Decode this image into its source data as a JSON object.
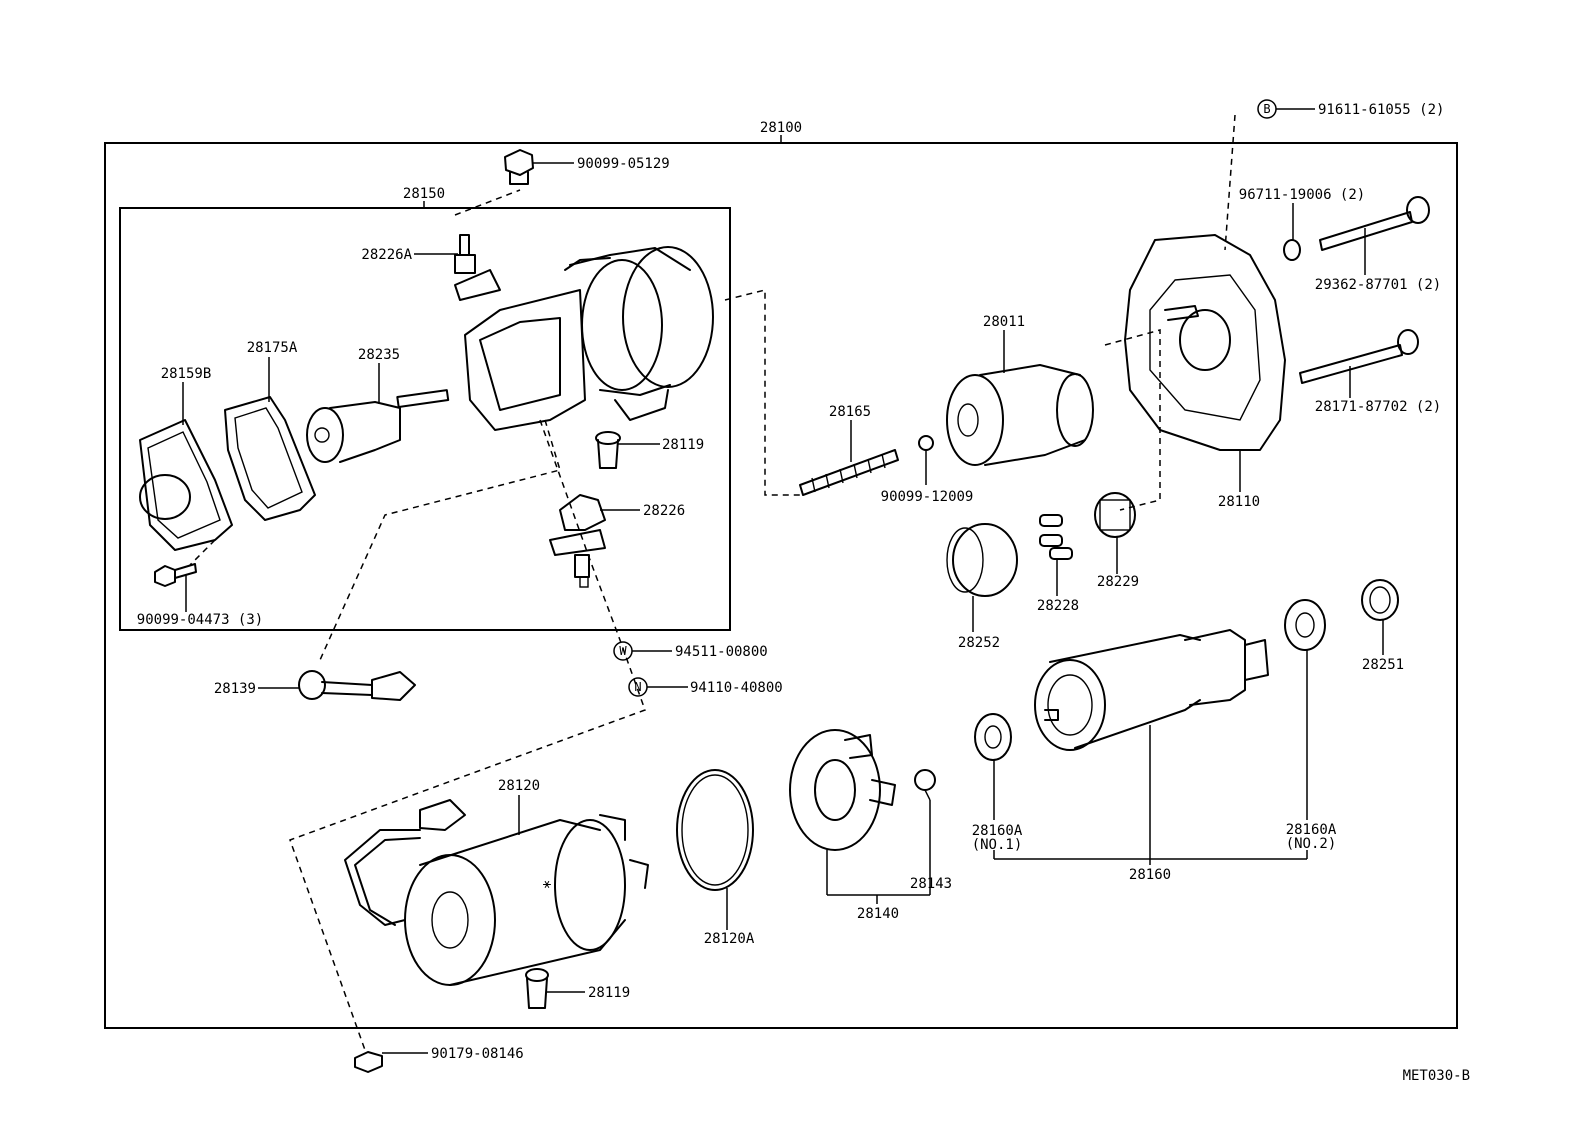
{
  "assembly_label": "28100",
  "sub_assembly_label": "28150",
  "diagram_code": "MET030-B",
  "labels": {
    "p90099_05129": "90099-05129",
    "p28226A": "28226A",
    "p28175A": "28175A",
    "p28159B": "28159B",
    "p28235": "28235",
    "p28119a": "28119",
    "p28226": "28226",
    "p90099_04473": "90099-04473 (3)",
    "p28139": "28139",
    "p94511_00800": "94511-00800",
    "p94110_40800": "94110-40800",
    "p28120": "28120",
    "p28119b": "28119",
    "p90179_08146": "90179-08146",
    "p28120A": "28120A",
    "p28165": "28165",
    "p90099_12009": "90099-12009",
    "p28011": "28011",
    "p28252": "28252",
    "p28228": "28228",
    "p28229": "28229",
    "p28143": "28143",
    "p28140": "28140",
    "p28160A_1": "28160A",
    "p28160A_1b": "(NO.1)",
    "p28160": "28160",
    "p28160A_2": "28160A",
    "p28160A_2b": "(NO.2)",
    "p28251": "28251",
    "p28110": "28110",
    "p91611_61055": "91611-61055 (2)",
    "p96711_19006": "96711-19006 (2)",
    "p29362_87701": "29362-87701 (2)",
    "p28171_87702": "28171-87702 (2)"
  },
  "symbols": {
    "bolt_b": "B",
    "washer_w": "W",
    "nut_n": "N"
  }
}
